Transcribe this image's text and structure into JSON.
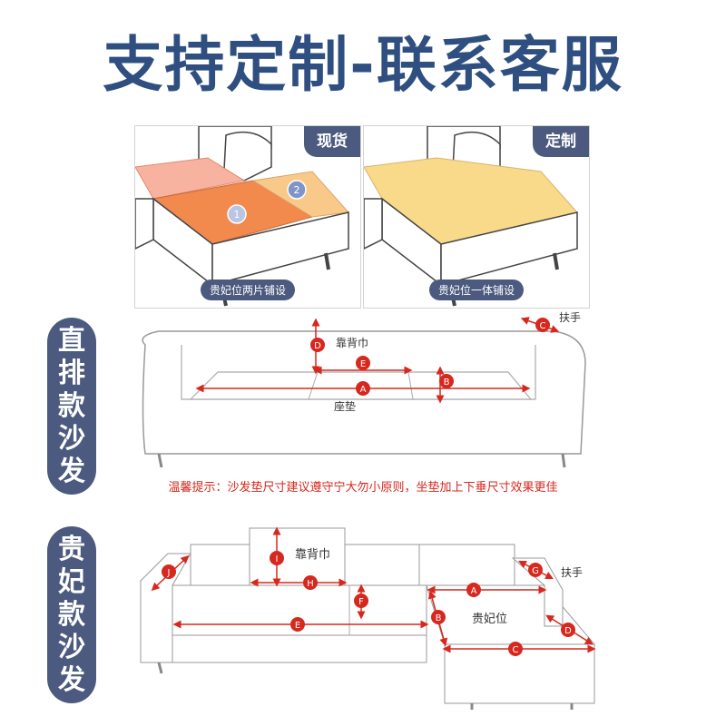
{
  "title": "支持定制-联系客服",
  "panels": {
    "left": {
      "tag": "现货",
      "caption": "贵妃位两片铺设",
      "num1": "1",
      "num2": "2"
    },
    "right": {
      "tag": "定制",
      "caption": "贵妃位一体铺设"
    }
  },
  "section1": {
    "label_chars": [
      "直",
      "排",
      "款",
      "沙",
      "发"
    ],
    "labels": {
      "backrest": "靠背巾",
      "seat": "座垫",
      "armrest": "扶手"
    },
    "markers": {
      "A": "A",
      "B": "B",
      "C": "C",
      "D": "D",
      "E": "E"
    }
  },
  "tip": "温馨提示：沙发垫尺寸建议遵守宁大勿小原则，坐垫加上下垂尺寸效果更佳",
  "section2": {
    "label_chars": [
      "贵",
      "妃",
      "款",
      "沙",
      "发"
    ],
    "labels": {
      "backrest": "靠背巾",
      "chaise": "贵妃位",
      "armrest": "扶手"
    },
    "markers": {
      "A": "A",
      "B": "B",
      "C": "C",
      "D": "D",
      "E": "E",
      "F": "F",
      "G": "G",
      "H": "H",
      "I": "I",
      "J": "J"
    }
  },
  "colors": {
    "navy": "#2f4f80",
    "pill": "#4b5a7e",
    "red": "#d6281e",
    "orange": "#f28a4e",
    "peach": "#f9c98a"
  }
}
